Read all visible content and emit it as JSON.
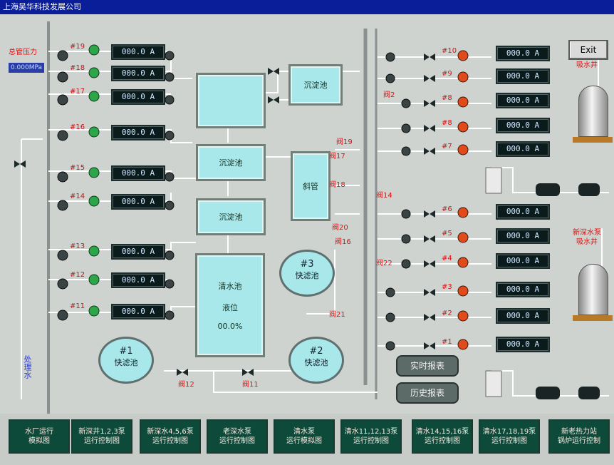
{
  "window": {
    "title": "上海吴华科技发展公司"
  },
  "exit_label": "Exit",
  "left_label": "总管压力",
  "left_value": "0.000MPa",
  "left_bottom": "处理水",
  "top_right_label": "老深水泵\n吸水井",
  "right_mid_label": "新深水泵\n吸水井",
  "meters_left": [
    {
      "id": "#19",
      "value": "000.0 A"
    },
    {
      "id": "#18",
      "value": "000.0 A"
    },
    {
      "id": "#17",
      "value": "000.0 A"
    },
    {
      "id": "#16",
      "value": "000.0 A"
    },
    {
      "id": "#15",
      "value": "000.0 A"
    },
    {
      "id": "#14",
      "value": "000.0 A"
    },
    {
      "id": "#13",
      "value": "000.0 A"
    },
    {
      "id": "#12",
      "value": "000.0 A"
    },
    {
      "id": "#11",
      "value": "000.0 A"
    }
  ],
  "meters_right_top": [
    {
      "id": "#10",
      "value": "000.0 A"
    },
    {
      "id": "#9",
      "value": "000.0 A"
    },
    {
      "id": "#8",
      "value": "000.0 A"
    },
    {
      "id": "#8",
      "value": "000.0 A"
    },
    {
      "id": "#7",
      "value": "000.0 A"
    }
  ],
  "meters_right_bottom": [
    {
      "id": "#6",
      "value": "000.0 A"
    },
    {
      "id": "#5",
      "value": "000.0 A"
    },
    {
      "id": "#4",
      "value": "000.0 A"
    },
    {
      "id": "#3",
      "value": "000.0 A"
    },
    {
      "id": "#2",
      "value": "000.0 A"
    },
    {
      "id": "#1",
      "value": "000.0 A"
    }
  ],
  "tanks": {
    "t1": "沉淀池",
    "t2": "沉淀池",
    "t3": "沉淀池",
    "t4": "斜管",
    "clear_title": "清水池",
    "clear_level_label": "液位",
    "clear_level_value": "00.0%",
    "pool1_id": "#1",
    "pool1_label": "快滤池",
    "pool2_id": "#2",
    "pool2_label": "快滤池",
    "pool3_id": "#3",
    "pool3_label": "快滤池"
  },
  "valves": {
    "v1": "阀2",
    "v2": "阀19",
    "v3": "阀17",
    "v4": "阀18",
    "v5": "阀14",
    "v6": "阀20",
    "v7": "阀16",
    "v8": "阀22",
    "v9": "阀21",
    "v10": "阀12",
    "v11": "阀11"
  },
  "report_buttons": {
    "realtime": "实时报表",
    "history": "历史报表"
  },
  "footer_tabs": [
    "水厂运行\n模拟图",
    "新深井1,2,3泵\n运行控制图",
    "新深水4,5,6泵\n运行控制图",
    "老深水泵\n运行控制图",
    "清水泵\n运行模拟图",
    "清水11,12,13泵\n运行控制图",
    "清水14,15,16泵\n运行控制图",
    "清水17,18,19泵\n运行控制图",
    "新老热力站\n锅炉运行控制"
  ]
}
